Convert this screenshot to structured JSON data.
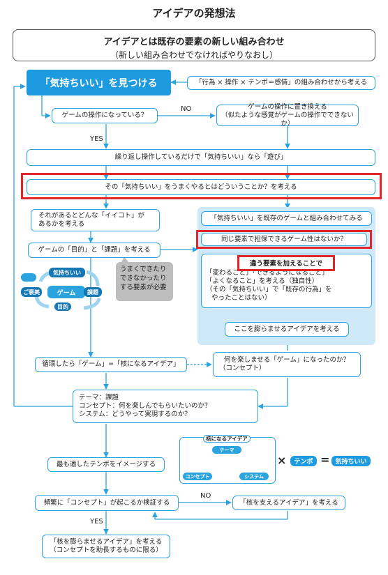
{
  "title": "アイデアの発想法",
  "header": {
    "line1": "アイデアとは既存の要素の新しい組み合わせ",
    "line2": "（新しい組み合わせでなければやりなおし）"
  },
  "nodes": {
    "find": "「気持ちいい」を見つける",
    "combo": "「行為 × 操作 × テンポ＝感情」の組み合わせから考える",
    "q_operation": "ゲームの操作になっている？",
    "replace_1": "ゲームの操作に置き換える",
    "replace_2": "（似たような感覚がゲームの操作でできないか）",
    "repeat_play": "繰り返し操作しているだけで「気持ちいい」なら「遊び」",
    "well_done": "その「気持ちいい」をうまくやるとはどういうことか？を考える",
    "ikoto_1": "それがあるとどんな「イイコト」が",
    "ikoto_2": "あるかを考える",
    "purpose": "ゲームの「目的」と「課題」を考える",
    "callout_1": "うまくできたり",
    "callout_2": "できなかったり",
    "callout_3": "する要素が必要",
    "combine_existing": "「気持ちいい」を既存のゲームと組み合わせてみる",
    "same_elements": "同じ要素で担保できるゲーム性はないか？",
    "diff_elements": "違う要素を加えることで",
    "diff_1": "「変わること」「できるようになること」",
    "diff_2": "「よくなること」を考える（独自性）",
    "diff_3": "（その「気持ちいい」で「既存の行為」を",
    "diff_4": "やったことはない）",
    "expand": "ここを膨らませるアイデアを考える",
    "cycle": "循環したら「ゲーム」=「核になるアイデア」",
    "concept_q_1": "何を楽しませる「ゲーム」になったのか？",
    "concept_q_2": "（コンセプト）",
    "summary_1": "テーマ：課題",
    "summary_2": "コンセプト：何を楽しんでもらいたいのか？",
    "summary_3": "システム：どうやって実現するのか？",
    "tempo": "最も適したテンポをイメージする",
    "verify": "頻繁に「コンセプト」が起こるか検証する",
    "support": "「核を支えるアイデア」を考える",
    "expand_core_1": "「核を膨らませるアイデア」を考える",
    "expand_core_2": "（コンセプトを助長するものに限る）"
  },
  "labels": {
    "no": "NO",
    "yes": "YES"
  },
  "mini_cycle": {
    "top": "気持ちいい",
    "center": "ゲーム",
    "left": "ご褒美",
    "right": "課題",
    "bottom": "目的"
  },
  "core_diagram": {
    "title": "核になるアイデア",
    "theme": "テーマ",
    "concept": "コンセプト",
    "system": "システム",
    "times": "×",
    "tempo": "テンポ",
    "equals": "=",
    "result": "気持ちいい"
  },
  "colors": {
    "accent": "#2ba3de",
    "highlight": "#e0262b",
    "panel": "#cfe9f8",
    "dark_blue": "#1578b5",
    "gray": "#bdbdbd"
  }
}
